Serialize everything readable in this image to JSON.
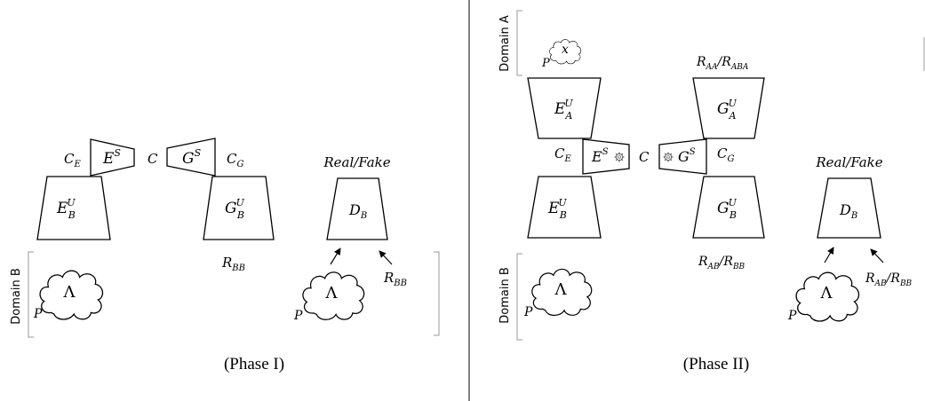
{
  "phase1": {
    "caption": "(Phase I)",
    "domain_label": "Domain B",
    "encoder": {
      "main": "E",
      "sup": "U",
      "sub": "B"
    },
    "generator": {
      "main": "G",
      "sup": "U",
      "sub": "B"
    },
    "shared_encoder": {
      "main": "E",
      "sup": "S"
    },
    "shared_generator": {
      "main": "G",
      "sup": "S"
    },
    "discriminator": {
      "main": "D",
      "sub": "B"
    },
    "ce": {
      "main": "C",
      "sub": "E"
    },
    "c": "C",
    "cg": {
      "main": "C",
      "sub": "G"
    },
    "real_fake": "Real/Fake",
    "r_bb_out": {
      "main": "R",
      "sub": "BB"
    },
    "r_bb_in": {
      "main": "R",
      "sub": "BB"
    },
    "cloud_left": {
      "symbol": "Λ",
      "p": "P"
    },
    "cloud_right": {
      "symbol": "Λ",
      "p": "P"
    }
  },
  "phase2": {
    "caption": "(Phase II)",
    "domain_a_label": "Domain A",
    "domain_b_label": "Domain B",
    "cloud_x": {
      "symbol": "x",
      "p": "P"
    },
    "r_top": {
      "a": "R",
      "a_sub": "AA",
      "slash": "/",
      "b": "R",
      "b_sub": "ABA"
    },
    "encoder_a": {
      "main": "E",
      "sup": "U",
      "sub": "A"
    },
    "generator_a": {
      "main": "G",
      "sup": "U",
      "sub": "A"
    },
    "shared_encoder": {
      "main": "E",
      "sup": "S"
    },
    "shared_generator": {
      "main": "G",
      "sup": "S"
    },
    "ce": {
      "main": "C",
      "sub": "E"
    },
    "c": "C",
    "cg": {
      "main": "C",
      "sub": "G"
    },
    "encoder_b": {
      "main": "E",
      "sup": "U",
      "sub": "B"
    },
    "generator_b": {
      "main": "G",
      "sup": "U",
      "sub": "B"
    },
    "real_fake": "Real/Fake",
    "discriminator": {
      "main": "D",
      "sub": "B"
    },
    "r_mid": {
      "a": "R",
      "a_sub": "AB",
      "slash": "/",
      "b": "R",
      "b_sub": "BB"
    },
    "r_right": {
      "a": "R",
      "a_sub": "AB",
      "slash": "/",
      "b": "R",
      "b_sub": "BB"
    },
    "cloud_left": {
      "symbol": "Λ",
      "p": "P"
    },
    "cloud_right": {
      "symbol": "Λ",
      "p": "P"
    }
  },
  "colors": {
    "line": "#000000",
    "bracket": "#999999",
    "freeze": "#555555"
  }
}
